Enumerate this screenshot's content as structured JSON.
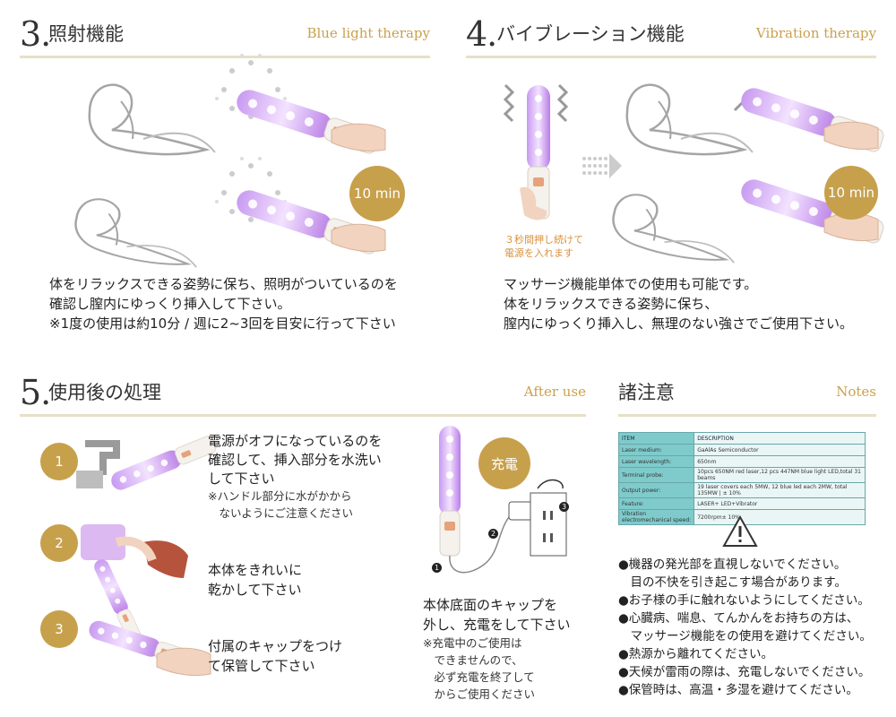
{
  "section3": {
    "num": "3.",
    "title": "照射機能",
    "en": "Blue light therapy",
    "badge": "10 min",
    "desc": "体をリラックスできる姿勢に保ち、照明がついているのを\n確認し膣内にゆっくり挿入して下さい。\n※1度の使用は約10分 / 週に2~3回を目安に行って下さい"
  },
  "section4": {
    "num": "4.",
    "title": "バイブレーション機能",
    "en": "Vibration therapy",
    "badge": "10 min",
    "power_note": "３秒間押し続けて\n電源を入れます",
    "desc": "マッサージ機能単体での使用も可能です。\n体をリラックスできる姿勢に保ち、\n膣内にゆっくり挿入し、無理のない強さでご使用下さい。"
  },
  "section5": {
    "num": "5.",
    "title": "使用後の処理",
    "en": "After use",
    "steps": [
      {
        "num": "1",
        "text": "電源がオフになっているのを\n確認して、挿入部分を水洗い\nして下さい",
        "note": "※ハンドル部分に水がかから\n　ないようにご注意ください"
      },
      {
        "num": "2",
        "text": "本体をきれいに\n乾かして下さい"
      },
      {
        "num": "3",
        "text": "付属のキャップをつけ\nて保管して下さい"
      }
    ],
    "charge": {
      "badge": "充電",
      "text": "本体底面のキャップを\n外し、充電をして下さい",
      "note": "※充電中のご使用は\n　できませんので、\n　必ず充電を終了して\n　からご使用ください",
      "markers": [
        "1",
        "2",
        "3"
      ]
    }
  },
  "notes": {
    "title": "諸注意",
    "en": "Notes",
    "spec_rows": [
      [
        "ITEM",
        "DESCRIPTION"
      ],
      [
        "Laser medium:",
        "GaAlAs Semiconductor"
      ],
      [
        "Laser wavelength:",
        "650nm"
      ],
      [
        "Terminal probe:",
        "10pcs 650NM red laser,12 pcs 447NM blue light LED,total 31 beams"
      ],
      [
        "Output power:",
        "19 laser covers each 5MW, 12 blue led each 2MW, total 135MW | ± 10%"
      ],
      [
        "Feature:",
        "LASER+ LED+Vibrator"
      ],
      [
        "Vibration\nelectromechanical speed:",
        "7200rpm± 10%"
      ]
    ],
    "warnings": "●機器の発光部を直視しないでください。\n　目の不快を引き起こす場合があります。\n●お子様の手に触れないようにしてください。\n●心臓病、喘息、てんかんをお持ちの方は、\n　マッサージ機能をの使用を避けてください。\n●熱源から離れてください。\n●天候が雷雨の際は、充電しないでください。\n●保管時は、高温・多湿を避けてください。"
  },
  "colors": {
    "gold": "#c7a04c",
    "gold_text": "#c9a14f",
    "divider": "#e8dfc9",
    "device_purple": "#b77be0",
    "orange_note": "#d9903a"
  }
}
